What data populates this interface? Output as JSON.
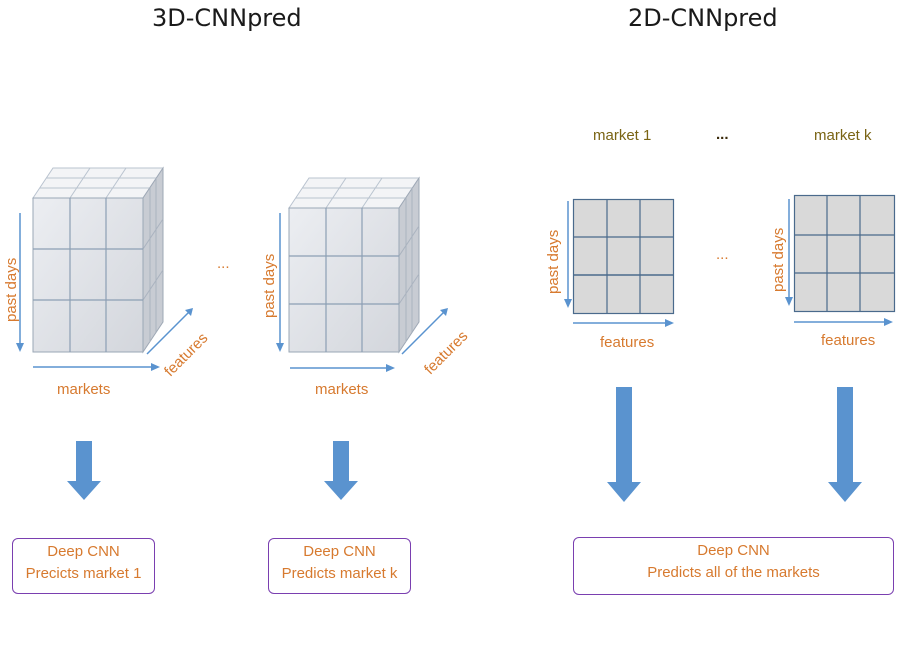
{
  "titles": {
    "left": "3D-CNNpred",
    "right": "2D-CNNpred"
  },
  "axis_labels": {
    "past_days": "past days",
    "features": "features",
    "markets": "markets"
  },
  "ellipsis": "...",
  "market_labels": [
    "market 1",
    "market k"
  ],
  "boxes": [
    {
      "line1": "Deep CNN",
      "line2": "Precicts market 1"
    },
    {
      "line1": "Deep CNN",
      "line2": "Predicts market k"
    },
    {
      "line1": "Deep CNN",
      "line2": "Predicts all of the markets"
    }
  ],
  "colors": {
    "label_orange": "#d77a2f",
    "market_label": "#7a6414",
    "arrow_blue": "#5a93cf",
    "box_border": "#7a3fb0",
    "grid_fill": "#d9d9d9",
    "grid_line": "#4a6a8c"
  }
}
